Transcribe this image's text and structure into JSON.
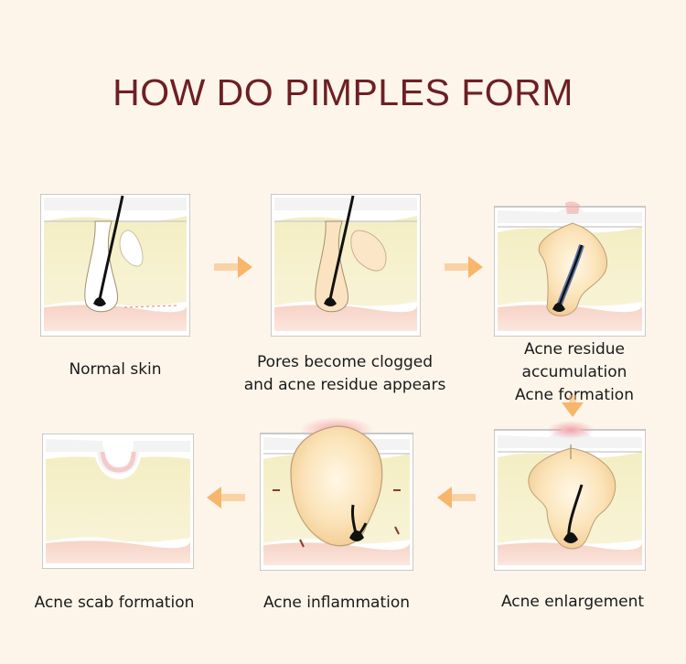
{
  "title": "HOW DO PIMPLES FORM",
  "colors": {
    "title": "#6d1f24",
    "background": "#fdf5ea",
    "arrow": "#f7b66b",
    "skin_fill": "#f8f3cf",
    "follicle": "#fbe2c0"
  },
  "steps": [
    {
      "caption": "Normal skin"
    },
    {
      "caption_line1": "Pores become clogged",
      "caption_line2": "and acne residue appears"
    },
    {
      "caption_line1": "Acne residue",
      "caption_line2": "accumulation",
      "caption_line3": "Acne formation"
    },
    {
      "caption": "Acne enlargement"
    },
    {
      "caption": "Acne inflammation"
    },
    {
      "caption": "Acne scab formation"
    }
  ]
}
